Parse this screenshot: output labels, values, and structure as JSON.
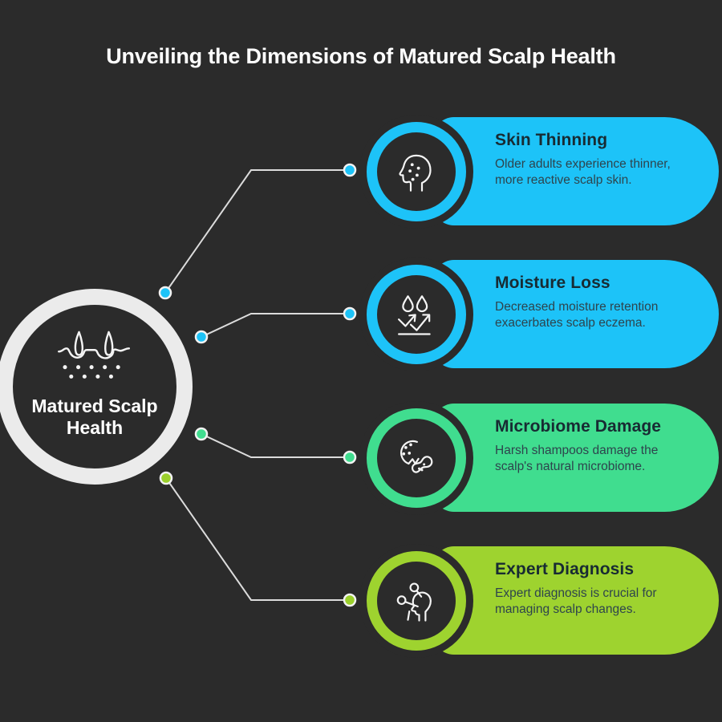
{
  "page": {
    "background": "#2b2b2b",
    "title": "Unveiling the Dimensions of Matured Scalp Health"
  },
  "center": {
    "label": "Matured Scalp Health",
    "icon": "hair-follicle-icon",
    "ring_color": "#ebebeb"
  },
  "connector": {
    "line_color": "#dcdcdc"
  },
  "text_colors": {
    "card_title": "#182b33",
    "card_body": "#2e444d"
  },
  "items": [
    {
      "title": "Skin Thinning",
      "description": "Older adults experience thinner, more reactive scalp skin.",
      "accent": "#1dc3f8",
      "dot": "#1dc3f8",
      "icon": "head-spots-icon"
    },
    {
      "title": "Moisture Loss",
      "description": "Decreased moisture retention exacerbates scalp eczema.",
      "accent": "#1dc3f8",
      "dot": "#1dc3f8",
      "icon": "moisture-evaporation-icon"
    },
    {
      "title": "Microbiome Damage",
      "description": "Harsh shampoos damage the scalp's natural microbiome.",
      "accent": "#40dd8f",
      "dot": "#40dd8f",
      "icon": "microbes-icon"
    },
    {
      "title": "Expert Diagnosis",
      "description": "Expert diagnosis is crucial for managing scalp changes.",
      "accent": "#9ed32f",
      "dot": "#9bd02c",
      "icon": "head-pins-icon"
    }
  ]
}
